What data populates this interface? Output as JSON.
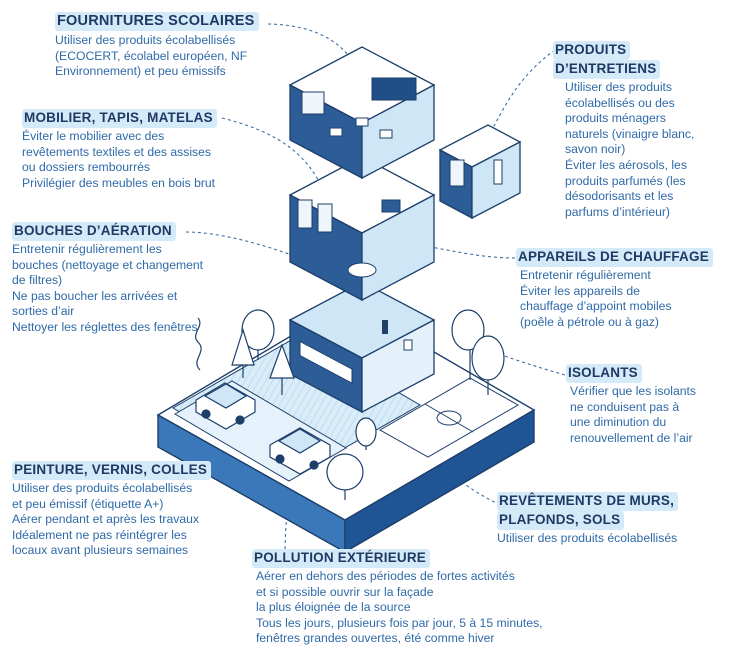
{
  "sections": [
    {
      "id": "fournitures",
      "title": "FOURNITURES SCOLAIRES",
      "lines": [
        "Utiliser des produits écolabellisés",
        "(ECOCERT, écolabel européen, NF",
        "Environnement) et peu émissifs"
      ]
    },
    {
      "id": "produits",
      "title_lines": [
        "PRODUITS",
        "D’ENTRETIENS"
      ],
      "lines": [
        "Utiliser des produits",
        "écolabellisés ou des",
        "produits ménagers",
        "naturels (vinaigre blanc,",
        "savon noir)",
        "Éviter les aérosols, les",
        "produits parfumés (les",
        "désodorisants et les",
        "parfums d’intérieur)"
      ]
    },
    {
      "id": "mobilier",
      "title": "MOBILIER, TAPIS, MATELAS",
      "lines": [
        "Éviter le mobilier avec des",
        "revêtements textiles et des assises",
        "ou dossiers rembourrés",
        "Privilégier des meubles en bois brut"
      ]
    },
    {
      "id": "bouches",
      "title": "BOUCHES D’AÉRATION",
      "lines": [
        "Entretenir régulièrement les",
        "bouches (nettoyage et changement",
        "de filtres)",
        "Ne pas boucher les arrivées et",
        "sorties d’air",
        "Nettoyer les réglettes des fenêtres"
      ]
    },
    {
      "id": "chauffage",
      "title": "APPAREILS DE CHAUFFAGE",
      "lines": [
        "Entretenir régulièrement",
        "Éviter les appareils de",
        "chauffage d’appoint mobiles",
        "(poêle à pétrole ou à gaz)"
      ]
    },
    {
      "id": "isolants",
      "title": "ISOLANTS",
      "lines": [
        "Vérifier que les isolants",
        "ne conduisent pas à",
        "une diminution du",
        "renouvellement de l’air"
      ]
    },
    {
      "id": "peinture",
      "title": "PEINTURE, VERNIS, COLLES",
      "lines": [
        "Utiliser des produits écolabellisés",
        "et peu émissif (étiquette A+)",
        "Aérer pendant et après les travaux",
        "Idéalement ne pas réintégrer les",
        "locaux avant plusieurs semaines"
      ]
    },
    {
      "id": "revetements",
      "title_lines": [
        "REVÊTEMENTS DE MURS,",
        "PLAFONDS, SOLS"
      ],
      "lines": [
        "Utiliser des produits écolabellisés"
      ]
    },
    {
      "id": "pollution",
      "title": "POLLUTION EXTÉRIEURE",
      "lines": [
        "Aérer en dehors des périodes de fortes activités",
        "et si possible ouvrir sur la façade",
        "la plus éloignée de la source",
        "Tous les jours, plusieurs fois par jour, 5 à 15 minutes,",
        "fenêtres grandes ouvertes, été comme hiver"
      ]
    }
  ],
  "colors": {
    "title": "#1e3a64",
    "body": "#2f6aa8",
    "highlight": "#d5eaf8",
    "building_dark": "#2c5d97",
    "building_light": "#cfe6f6",
    "stroke": "#1d3f6a"
  }
}
